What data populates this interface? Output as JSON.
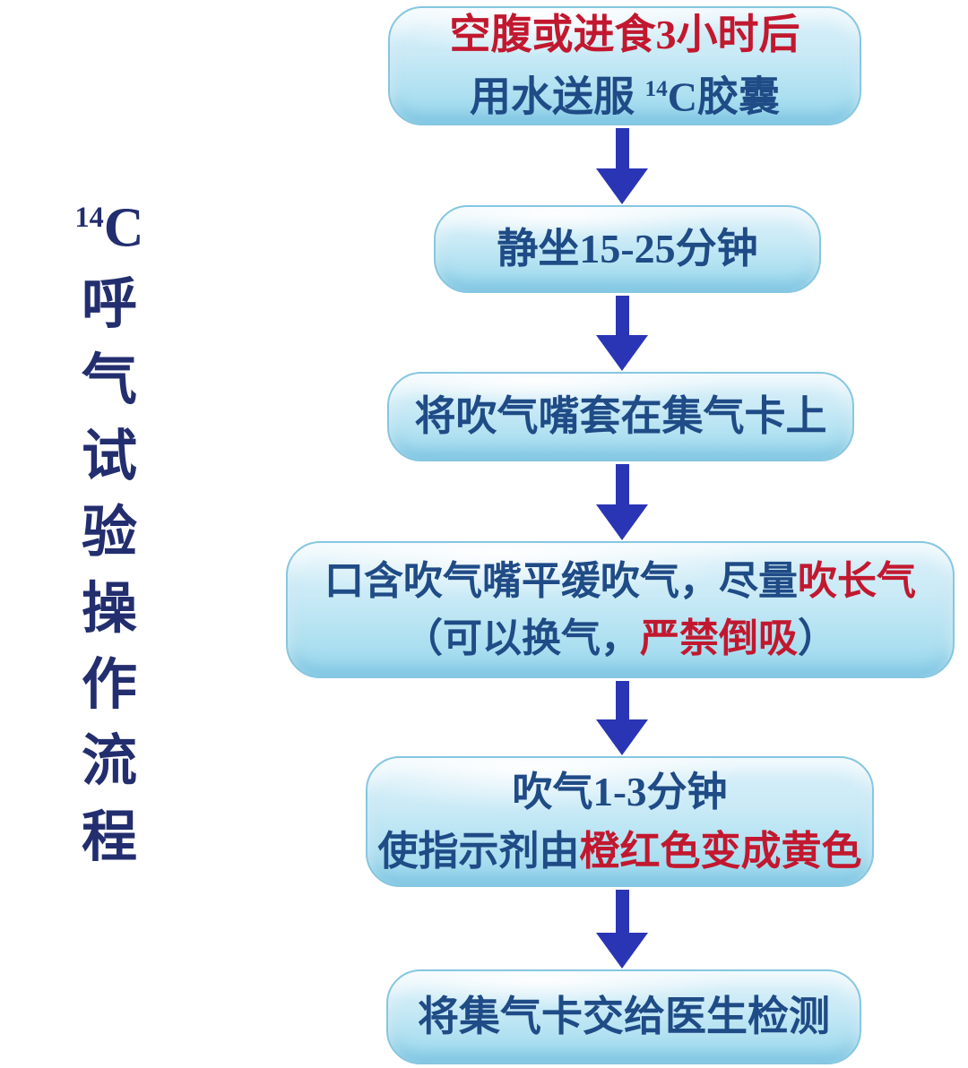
{
  "colors": {
    "red": "#c2182f",
    "navy_text": "#1f4b86",
    "title_navy": "#232e6f",
    "arrow_blue": "#2a35b6",
    "box_border": "#85c7e0",
    "page_bg": "#ffffff"
  },
  "title": {
    "isotope_sup": "14",
    "element": "C",
    "chars": [
      "呼",
      "气",
      "试",
      "验",
      "操",
      "作",
      "流",
      "程"
    ]
  },
  "steps": [
    {
      "name": "take-capsule",
      "line1_red": "空腹或进食3小时后",
      "line2_navy_pre": "用水送服 ",
      "line2_sup": "14",
      "line2_navy_post": "C胶囊"
    },
    {
      "name": "sit-and-wait",
      "line1": "静坐15-25分钟"
    },
    {
      "name": "attach-mouthpiece",
      "line1": "将吹气嘴套在集气卡上"
    },
    {
      "name": "blow-gently",
      "line1_navy": "口含吹气嘴平缓吹气，尽量",
      "line1_red": "吹长气",
      "line2_navy_pre": "（可以换气，",
      "line2_red": "严禁倒吸",
      "line2_navy_post": "）"
    },
    {
      "name": "blow-duration",
      "line1": "吹气1-3分钟",
      "line2_navy": "使指示剂由",
      "line2_red": "橙红色变成黄色"
    },
    {
      "name": "submit-card",
      "line1": "将集气卡交给医生检测"
    }
  ]
}
